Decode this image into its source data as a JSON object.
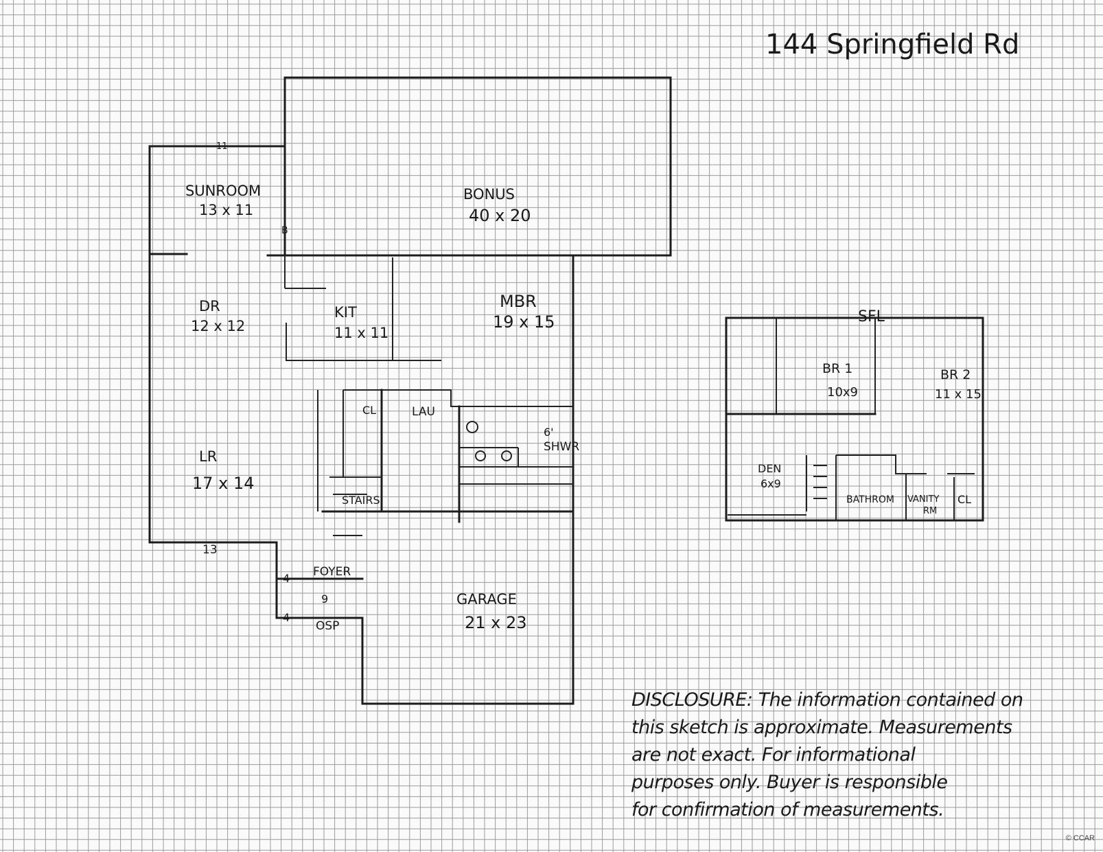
{
  "title": "144 Springfield Rd",
  "main_floor": {
    "rooms": [
      {
        "name": "SUNROOM",
        "dims": "13 x 11"
      },
      {
        "name": "BONUS",
        "dims": "40 x 20"
      },
      {
        "name": "DR",
        "dims": "12 x 12"
      },
      {
        "name": "KIT",
        "dims": "11 x 11"
      },
      {
        "name": "MBR",
        "dims": "19 x 15"
      },
      {
        "name": "LR",
        "dims": "17 x 14"
      },
      {
        "name": "GARAGE",
        "dims": "21 x 23"
      }
    ],
    "labels": {
      "cl": "CL",
      "lau": "LAU",
      "shwr": "SHWR",
      "shower_size": "6'",
      "stairs": "STAIRS",
      "foyer": "FOYER",
      "osp": "OSP",
      "b": "B"
    },
    "dimensions": {
      "sunroom_top": "11",
      "lr_bottom": "13",
      "foyer_side": "4",
      "osp_top": "9",
      "osp_side": "4"
    }
  },
  "second_floor": {
    "label": "SFL",
    "rooms": [
      {
        "name": "BR 1",
        "dims": "10x9"
      },
      {
        "name": "BR 2",
        "dims": "11 x 15"
      },
      {
        "name": "DEN",
        "dims": "6x9"
      }
    ],
    "labels": {
      "bathroom": "BATHROM",
      "vanity": "VANITY",
      "vanity_rm": "RM",
      "cl": "CL"
    }
  },
  "disclosure": [
    "DISCLOSURE: The information contained on",
    "this sketch is approximate. Measurements",
    "are not exact. For informational",
    "purposes only. Buyer is responsible",
    "for confirmation of measurements."
  ],
  "watermark": "© CCAR",
  "colors": {
    "grid": "#9a9a9a",
    "ink": "#1c1c1c",
    "paper": "#fafafa"
  }
}
